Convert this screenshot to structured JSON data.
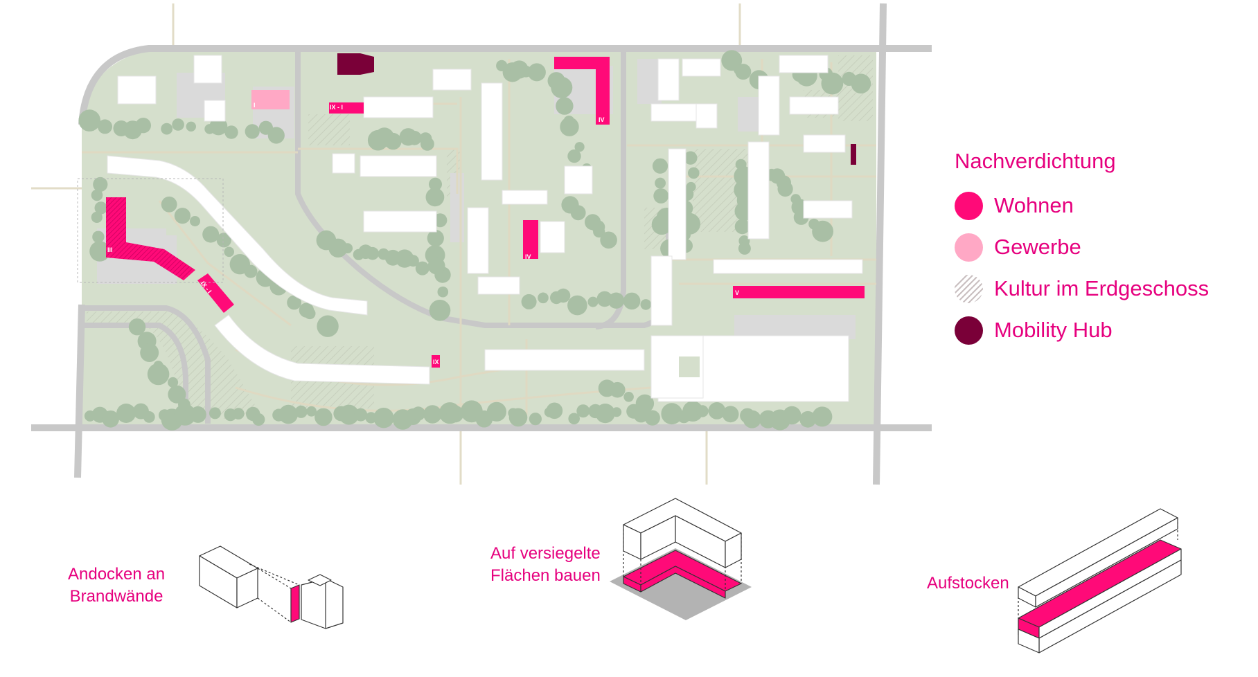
{
  "legend": {
    "title": "Nachverdichtung",
    "items": [
      {
        "label": "Wohnen",
        "color": "#ff0a78",
        "icon": "filled-circle"
      },
      {
        "label": "Gewerbe",
        "color": "#ffa8c5",
        "icon": "filled-circle"
      },
      {
        "label": "Kultur im Erdgeschoss",
        "color": "#c9bfc0",
        "icon": "hatched-circle"
      },
      {
        "label": "Mobility Hub",
        "color": "#7a0038",
        "icon": "filled-circle"
      }
    ]
  },
  "building_labels": [
    "I",
    "IX - I",
    "IV",
    "III",
    "IX - I",
    "IV",
    "V",
    "IX"
  ],
  "diagrams": [
    {
      "caption_line1": "Andocken an",
      "caption_line2": "Brandwände"
    },
    {
      "caption_line1": "Auf versiegelte",
      "caption_line2": "Flächen bauen"
    },
    {
      "caption_line1": "Aufstocken",
      "caption_line2": ""
    }
  ],
  "colors": {
    "green": "#d5dfcc",
    "tree": "#a9bfa5",
    "road": "#c8c8c8",
    "path": "#dfd9c2",
    "building": "#ffffff",
    "wohnen": "#ff0a78",
    "gewerbe": "#ffa8c5",
    "mobility": "#7a0038",
    "grey_block": "#dadada"
  }
}
